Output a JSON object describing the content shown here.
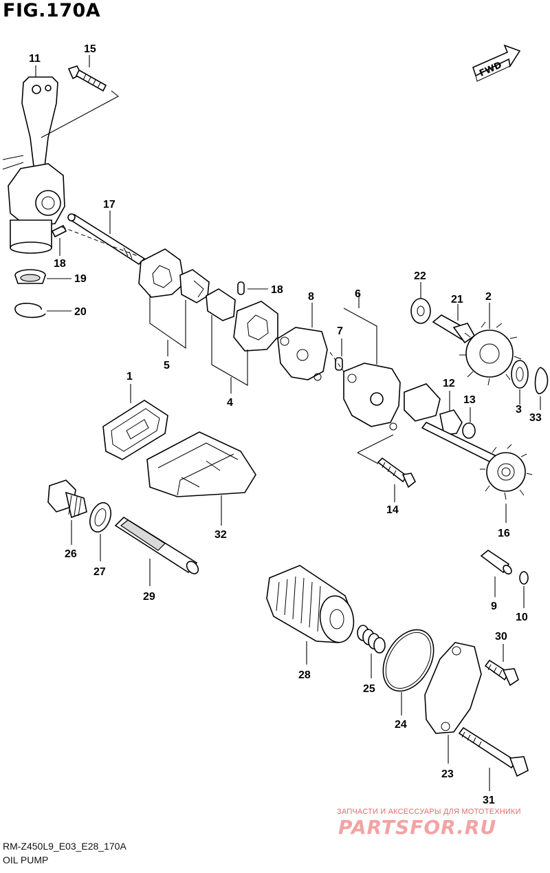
{
  "figure": {
    "title": "FIG.170A",
    "footer_code": "RM-Z450L9_E03_E28_170A",
    "footer_name": "OIL PUMP",
    "fwd_label": "FWD"
  },
  "watermark": {
    "tagline": "ЗАПЧАСТИ И АКСЕССУАРЫ ДЛЯ МОТОТЕХНИКИ",
    "brand": "PARTSFOR.RU"
  },
  "callouts": [
    {
      "id": "11",
      "text": "11"
    },
    {
      "id": "15",
      "text": "15"
    },
    {
      "id": "17",
      "text": "17"
    },
    {
      "id": "18a",
      "text": "18"
    },
    {
      "id": "19",
      "text": "19"
    },
    {
      "id": "20",
      "text": "20"
    },
    {
      "id": "18b",
      "text": "18"
    },
    {
      "id": "5",
      "text": "5"
    },
    {
      "id": "4",
      "text": "4"
    },
    {
      "id": "8",
      "text": "8"
    },
    {
      "id": "6",
      "text": "6"
    },
    {
      "id": "7",
      "text": "7"
    },
    {
      "id": "22",
      "text": "22"
    },
    {
      "id": "21",
      "text": "21"
    },
    {
      "id": "2",
      "text": "2"
    },
    {
      "id": "3",
      "text": "3"
    },
    {
      "id": "33",
      "text": "33"
    },
    {
      "id": "12",
      "text": "12"
    },
    {
      "id": "13",
      "text": "13"
    },
    {
      "id": "1",
      "text": "1"
    },
    {
      "id": "14",
      "text": "14"
    },
    {
      "id": "16",
      "text": "16"
    },
    {
      "id": "32",
      "text": "32"
    },
    {
      "id": "26",
      "text": "26"
    },
    {
      "id": "27",
      "text": "27"
    },
    {
      "id": "29",
      "text": "29"
    },
    {
      "id": "9",
      "text": "9"
    },
    {
      "id": "10",
      "text": "10"
    },
    {
      "id": "30",
      "text": "30"
    },
    {
      "id": "28",
      "text": "28"
    },
    {
      "id": "25",
      "text": "25"
    },
    {
      "id": "24",
      "text": "24"
    },
    {
      "id": "23",
      "text": "23"
    },
    {
      "id": "31",
      "text": "31"
    }
  ]
}
